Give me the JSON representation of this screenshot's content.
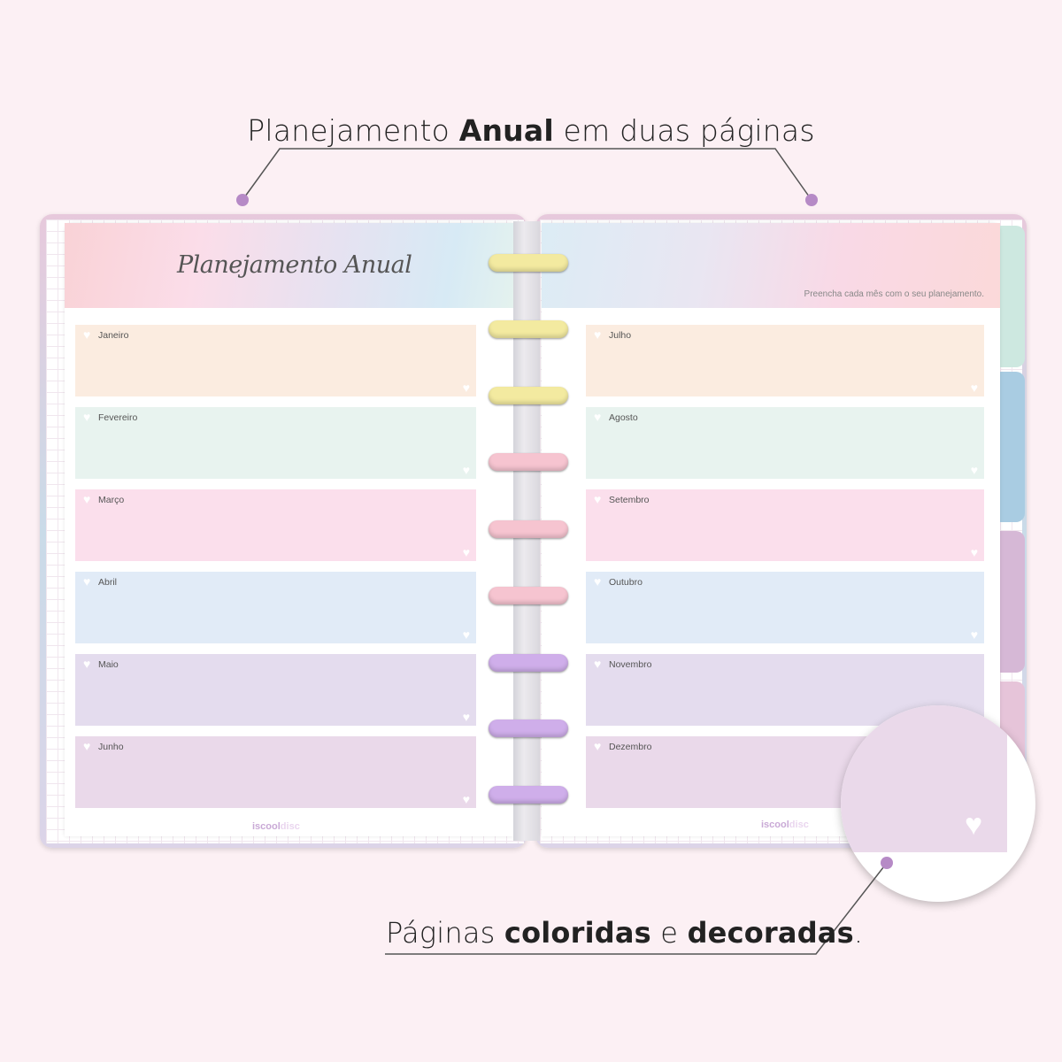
{
  "headline": {
    "pre": "Planejamento ",
    "bold": "Anual",
    "post": " em duas páginas"
  },
  "caption": {
    "t1": "Páginas ",
    "b1": "coloridas",
    "t2": " e ",
    "b2": "decoradas",
    "t3": "."
  },
  "left_page": {
    "title": "Planejamento Anual",
    "months": [
      "Janeiro",
      "Fevereiro",
      "Março",
      "Abril",
      "Maio",
      "Junho"
    ]
  },
  "right_page": {
    "instruction": "Preencha cada mês com o seu planejamento.",
    "months": [
      "Julho",
      "Agosto",
      "Setembro",
      "Outubro",
      "Novembro",
      "Dezembro"
    ]
  },
  "logo": {
    "a": "iscool",
    "b": "disc"
  },
  "colors": {
    "background": "#fcf0f4",
    "accent_dot": "#b68ac6",
    "box": [
      "#fbece0",
      "#e8f3ef",
      "#fbdfec",
      "#e1ebf7",
      "#e4dcee",
      "#ead9ea"
    ],
    "rings": [
      "#f3eaa0",
      "#f3eaa0",
      "#f3eaa0",
      "#f6c4d0",
      "#f6c4d0",
      "#f6c4d0",
      "#cfaeea",
      "#cfaeea",
      "#cfaeea"
    ]
  }
}
